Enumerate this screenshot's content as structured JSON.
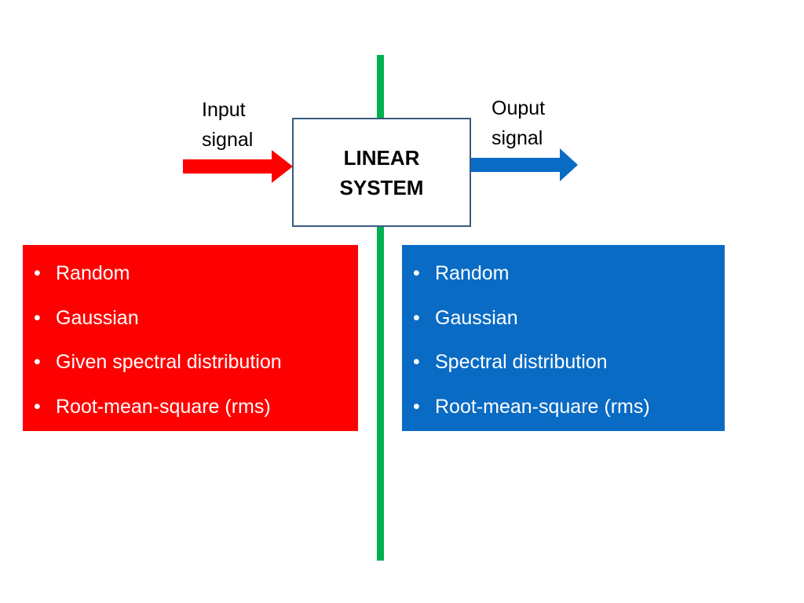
{
  "colors": {
    "input": "#ff0000",
    "output": "#0a6bc4",
    "divider": "#00b050",
    "box_border": "#3a5a80"
  },
  "input": {
    "label": "Input\nsignal",
    "properties": [
      "Random",
      "Gaussian",
      "Given spectral distribution",
      "Root-mean-square (rms)"
    ]
  },
  "system": {
    "title": "LINEAR\nSYSTEM"
  },
  "output": {
    "label": "Ouput\nsignal",
    "properties": [
      "Random",
      "Gaussian",
      "Spectral distribution",
      "Root-mean-square (rms)"
    ]
  }
}
